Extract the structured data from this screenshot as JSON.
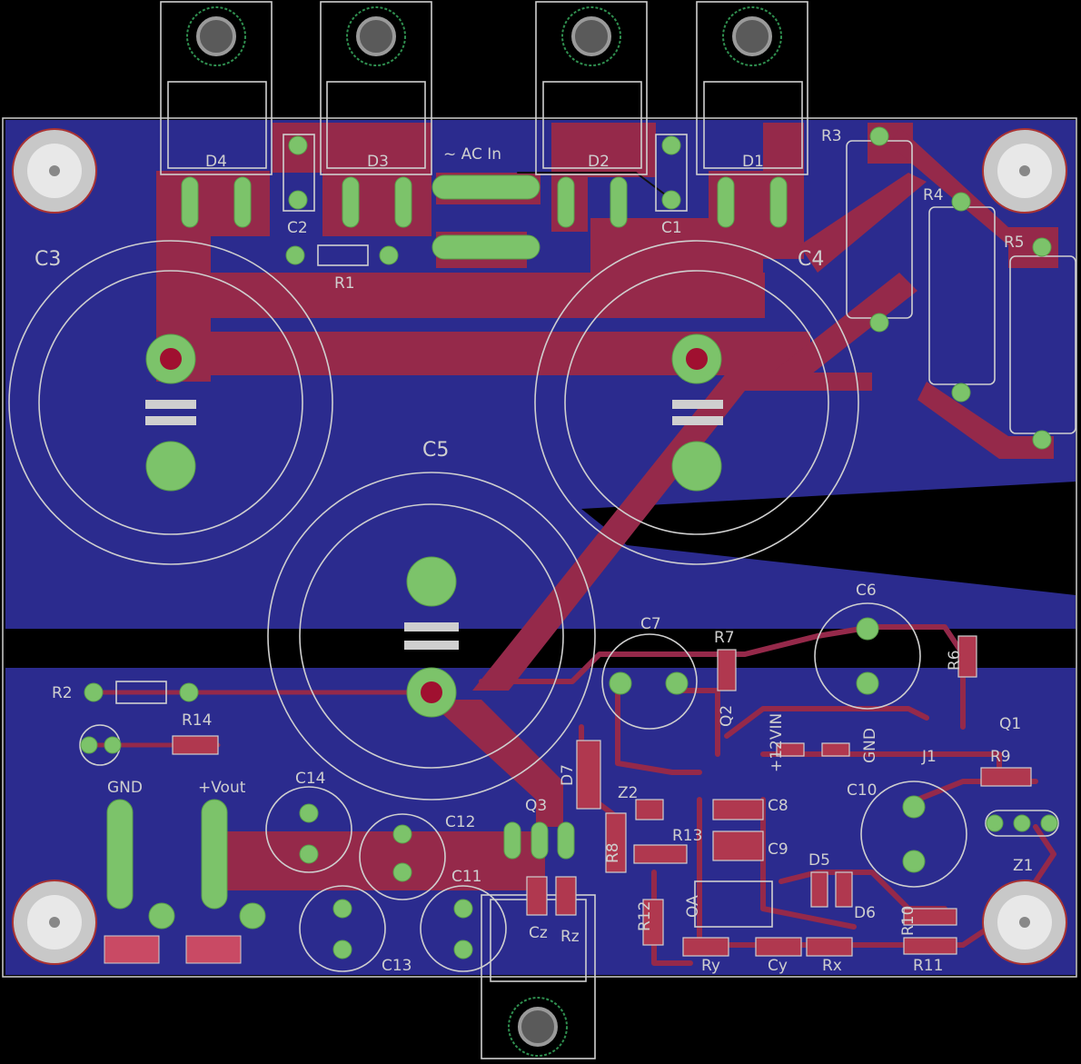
{
  "board": {
    "colors": {
      "background": "#000000",
      "ground_plane": "#2b2b8e",
      "copper": "#95294a",
      "pad": "#7cc36a",
      "silkscreen": "#cfcfcf"
    }
  },
  "labels": {
    "ac_in": "~ AC In",
    "d1": "D1",
    "d2": "D2",
    "d3": "D3",
    "d4": "D4",
    "c1": "C1",
    "c2": "C2",
    "c3": "C3",
    "c4": "C4",
    "c5": "C5",
    "c6": "C6",
    "c7": "C7",
    "c8": "C8",
    "c9": "C9",
    "c10": "C10",
    "c11": "C11",
    "c12": "C12",
    "c13": "C13",
    "c14": "C14",
    "r1": "R1",
    "r2": "R2",
    "r3": "R3",
    "r4": "R4",
    "r5": "R5",
    "r6": "R6",
    "r7": "R7",
    "r8": "R8",
    "r9": "R9",
    "r10": "R10",
    "r11": "R11",
    "r12": "R12",
    "r13": "R13",
    "r14": "R14",
    "q1": "Q1",
    "q2": "Q2",
    "q3": "Q3",
    "z1": "Z1",
    "z2": "Z2",
    "j1": "J1",
    "d5": "D5",
    "d6": "D6",
    "d7": "D7",
    "oa": "OA",
    "gnd_left": "GND",
    "vout": "+Vout",
    "gnd_right": "GND",
    "v12": "+12VIN",
    "cz": "Cz",
    "rz": "Rz",
    "ry": "Ry",
    "cy": "Cy",
    "rx": "Rx"
  }
}
